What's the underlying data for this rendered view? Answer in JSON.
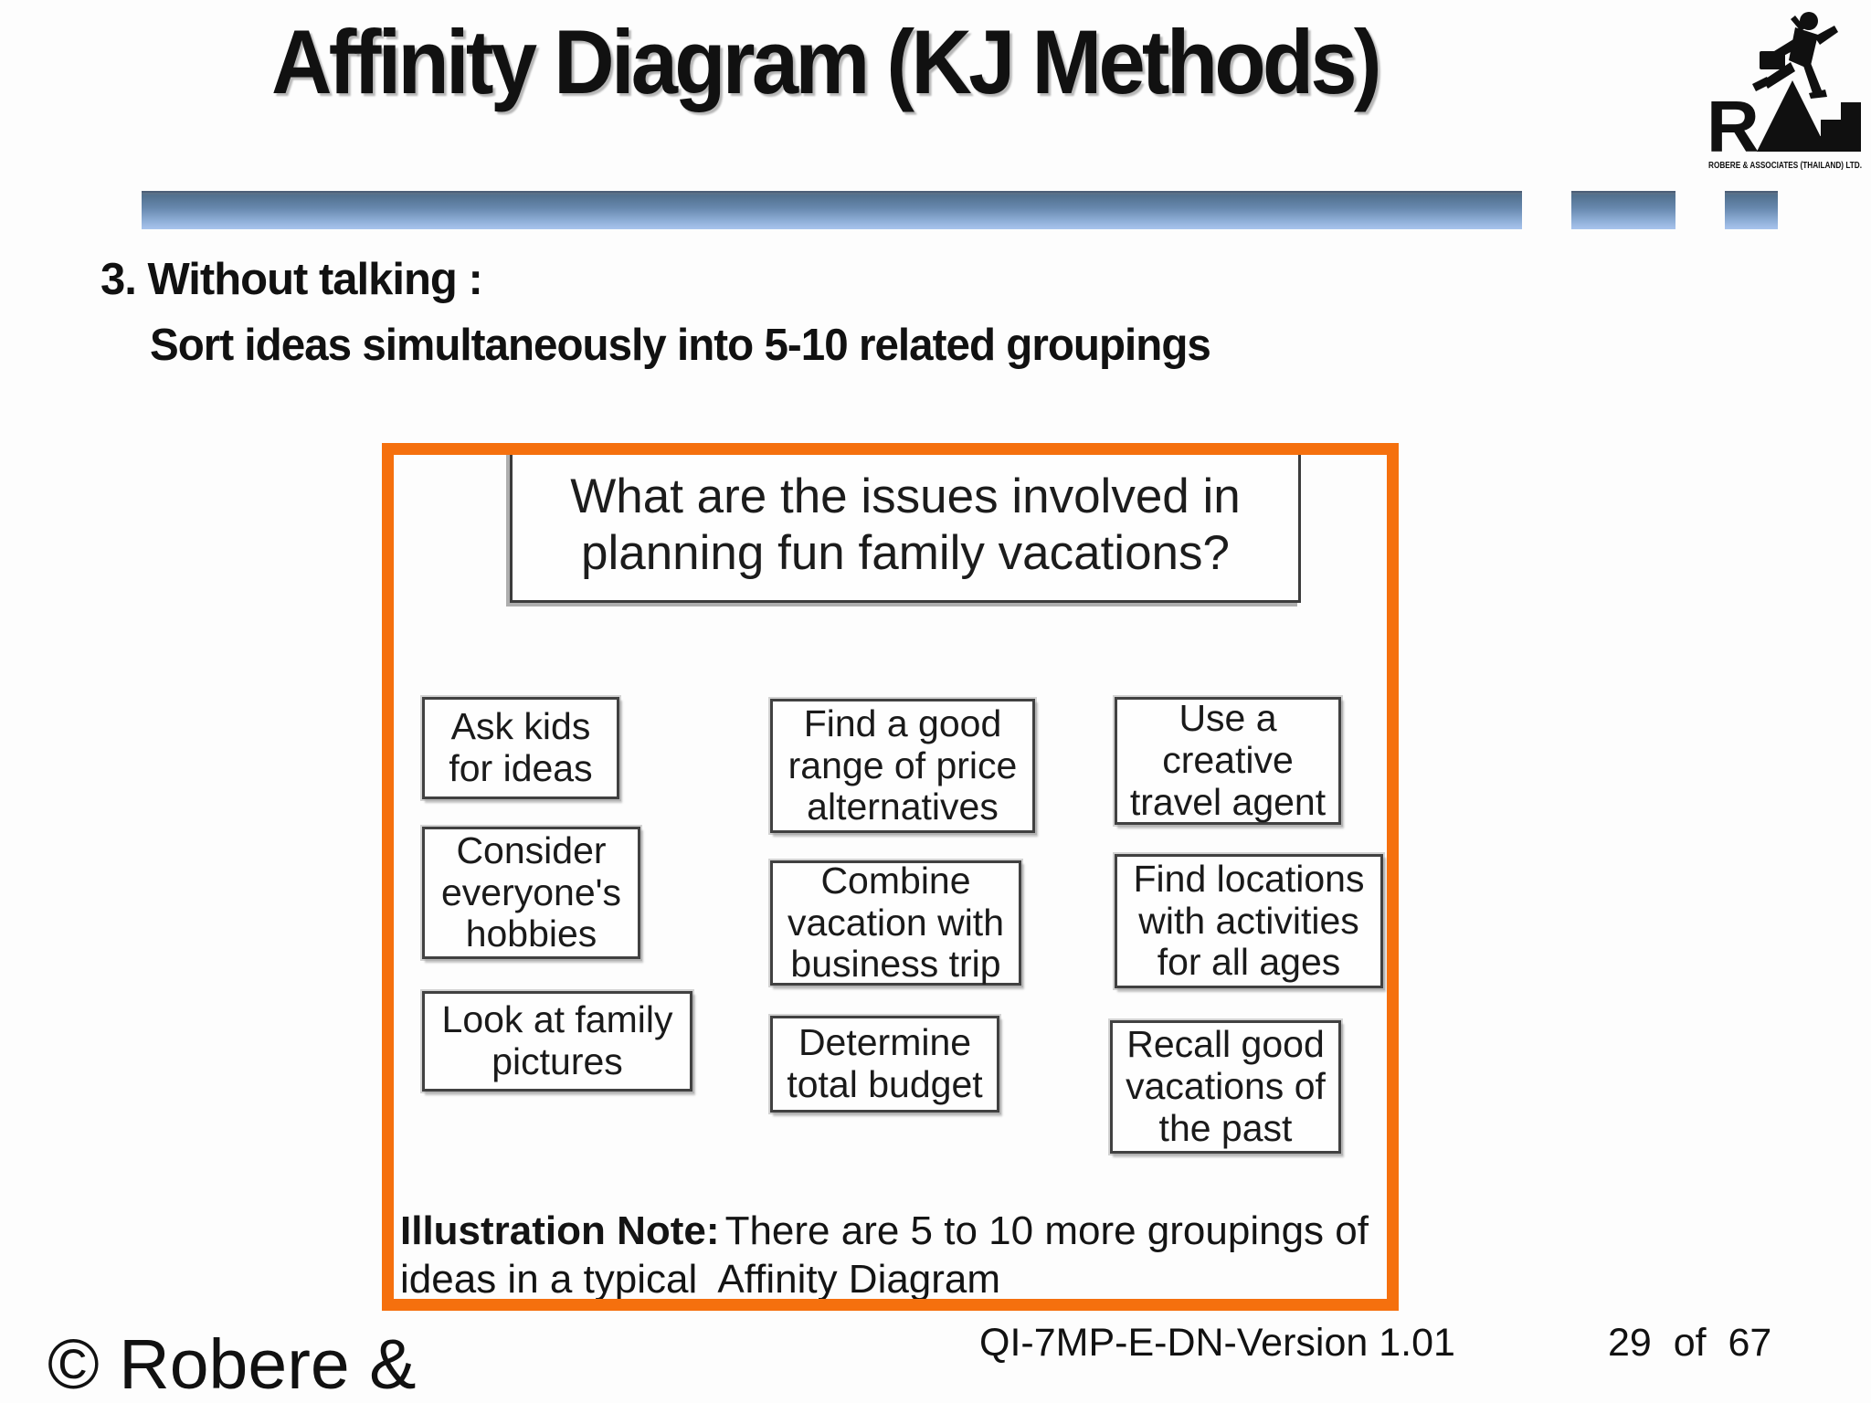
{
  "header": {
    "title": "Affinity Diagram (KJ Methods)"
  },
  "logo": {
    "letter_r": "R",
    "caption": "ROBERE & ASSOCIATES (THAILAND) LTD."
  },
  "heading": {
    "line1": "3. Without talking :",
    "line2": "Sort ideas simultaneously into 5-10 related groupings"
  },
  "diagram": {
    "question": "What are the issues involved in planning fun family vacations?",
    "cards": [
      {
        "text": "Ask kids for ideas"
      },
      {
        "text": "Consider everyone's hobbies"
      },
      {
        "text": "Look at family pictures"
      },
      {
        "text": "Find a good range of price alternatives"
      },
      {
        "text": "Combine vacation with business trip"
      },
      {
        "text": "Determine total budget"
      },
      {
        "text": "Use a creative travel agent"
      },
      {
        "text": "Find locations with activities for all ages"
      },
      {
        "text": "Recall good vacations of the past"
      }
    ],
    "note_label": "Illustration Note:",
    "note_text": "There are 5 to 10 more groupings of ideas in a typical  Affinity Diagram"
  },
  "footer": {
    "copyright": "© Robere &",
    "version": "QI-7MP-E-DN-Version 1.01",
    "page": "29  of  67"
  },
  "colors": {
    "accent_orange": "#f5700e",
    "bar_blue_top": "#52718f",
    "bar_blue_bottom": "#a9c4ee"
  }
}
